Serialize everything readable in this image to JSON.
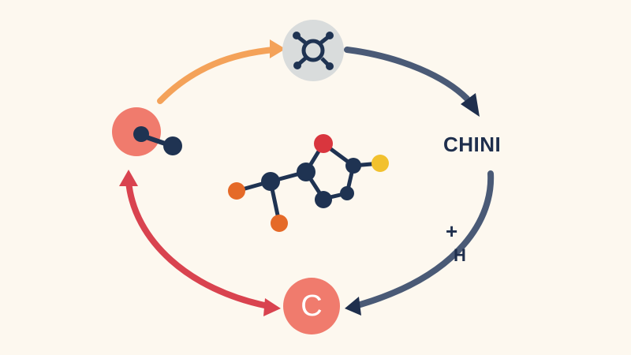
{
  "nodes": {
    "top": {
      "icon": "molecule-ring-icon",
      "fill": "#d9dcdc"
    },
    "left": {
      "icon": "bond-pair-icon",
      "fill": "#f07b6d"
    },
    "bottom": {
      "label": "C",
      "fill": "#f07b6d"
    }
  },
  "labels": {
    "right": "CHINI",
    "plus": "+",
    "h": "H"
  },
  "arrows": [
    {
      "from": "left",
      "to": "top",
      "color": "#f4a259"
    },
    {
      "from": "top",
      "to": "right",
      "color": "#4a5a76"
    },
    {
      "from": "right",
      "to": "bottom",
      "color": "#4a5a76"
    },
    {
      "from": "bottom",
      "to": "left",
      "color": "#d9434f",
      "bidirectional": true
    }
  ],
  "center_molecule": {
    "icon": "molecule-structure-icon",
    "atom_colors": {
      "dark": "#1f3352",
      "red": "#d9363e",
      "yellow": "#f2c12e",
      "orange": "#e56a28"
    }
  },
  "colors": {
    "background": "#fdf8ef",
    "navy": "#1f2f4d",
    "orange_arrow": "#f4a259",
    "red_arrow": "#d9434f",
    "steel_arrow": "#4a5a76"
  }
}
